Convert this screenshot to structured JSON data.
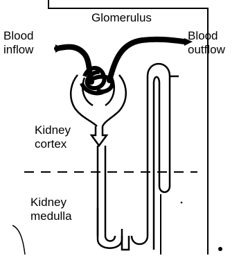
{
  "labels": {
    "glomerulus": "Glomerulus",
    "blood_inflow": "Blood\ninflow",
    "blood_outflow": "Blood\noutflow",
    "kidney_cortex": "Kidney\ncortex",
    "kidney_medulla": "Kidney\nmedulla"
  },
  "colors": {
    "ink": "#000000",
    "background": "#ffffff"
  }
}
